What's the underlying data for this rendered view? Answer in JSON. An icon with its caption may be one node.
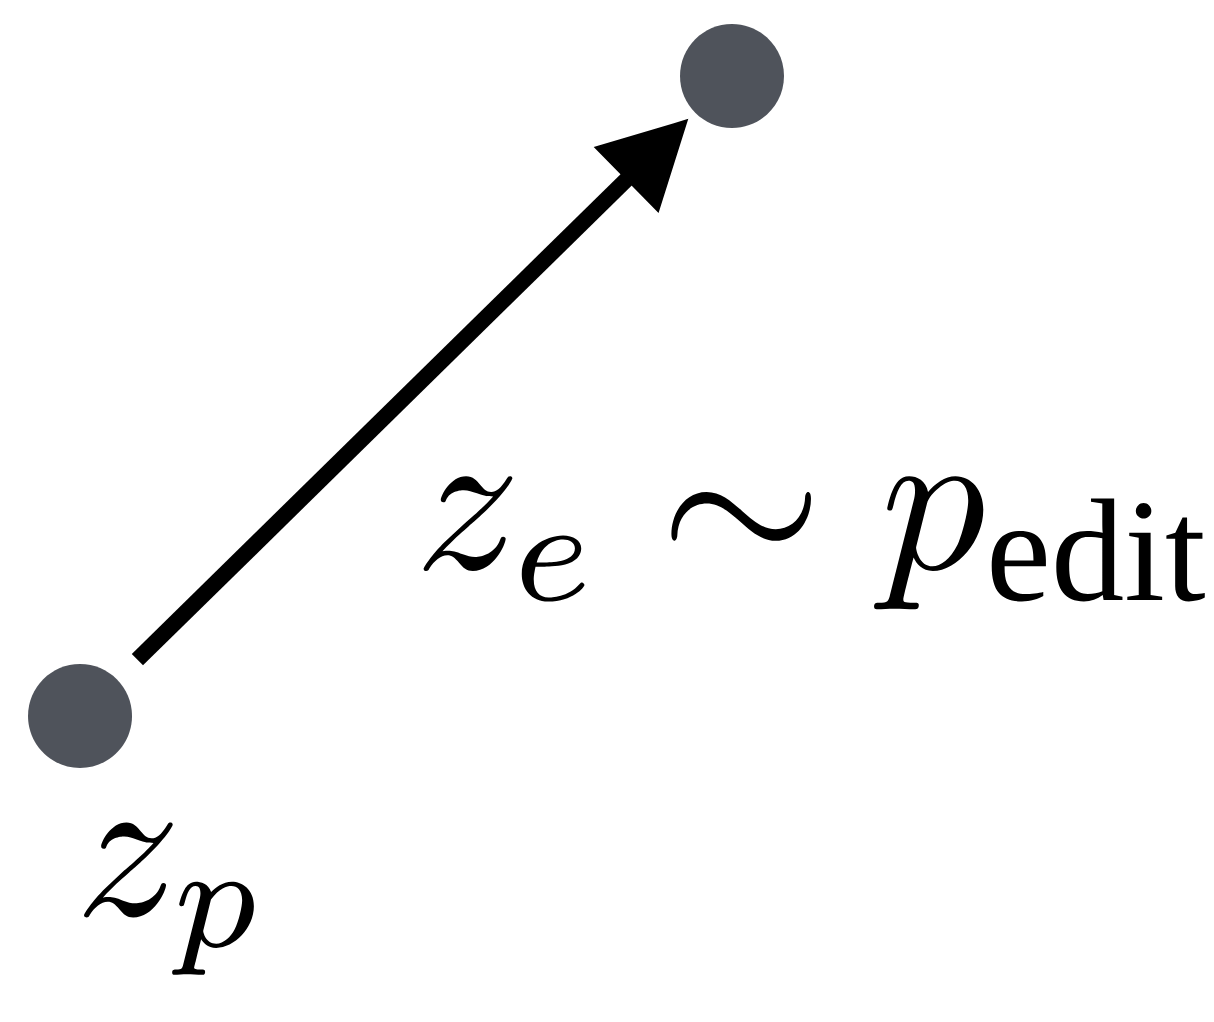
{
  "diagram": {
    "nodes": [
      {
        "text": [],
        "shape": "circle",
        "beside": [
          "z_p"
        ]
      },
      {
        "text": [],
        "shape": "circle"
      }
    ],
    "edges": [
      {
        "from": 0,
        "to": 1,
        "arrow": "to",
        "label": "z_e \\sim p_{\\mathrm{edit}}"
      }
    ]
  }
}
